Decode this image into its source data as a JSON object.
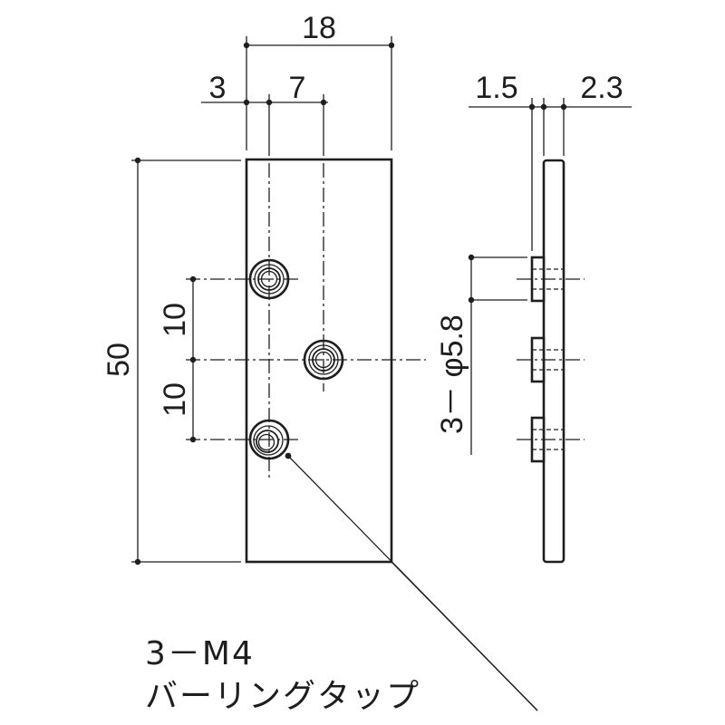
{
  "colors": {
    "ink": "#1e1e1e",
    "paper": "#ffffff"
  },
  "dimensions": {
    "width": "18",
    "edge_to_hole": "3",
    "hole_offset": "7",
    "height": "50",
    "pitch_upper": "10",
    "pitch_lower": "10",
    "side_left": "1.5",
    "side_right": "2.3",
    "hole_diameter": "3－ φ5.8"
  },
  "callout": {
    "line1": "3－M4",
    "line2": "バーリングタップ"
  }
}
